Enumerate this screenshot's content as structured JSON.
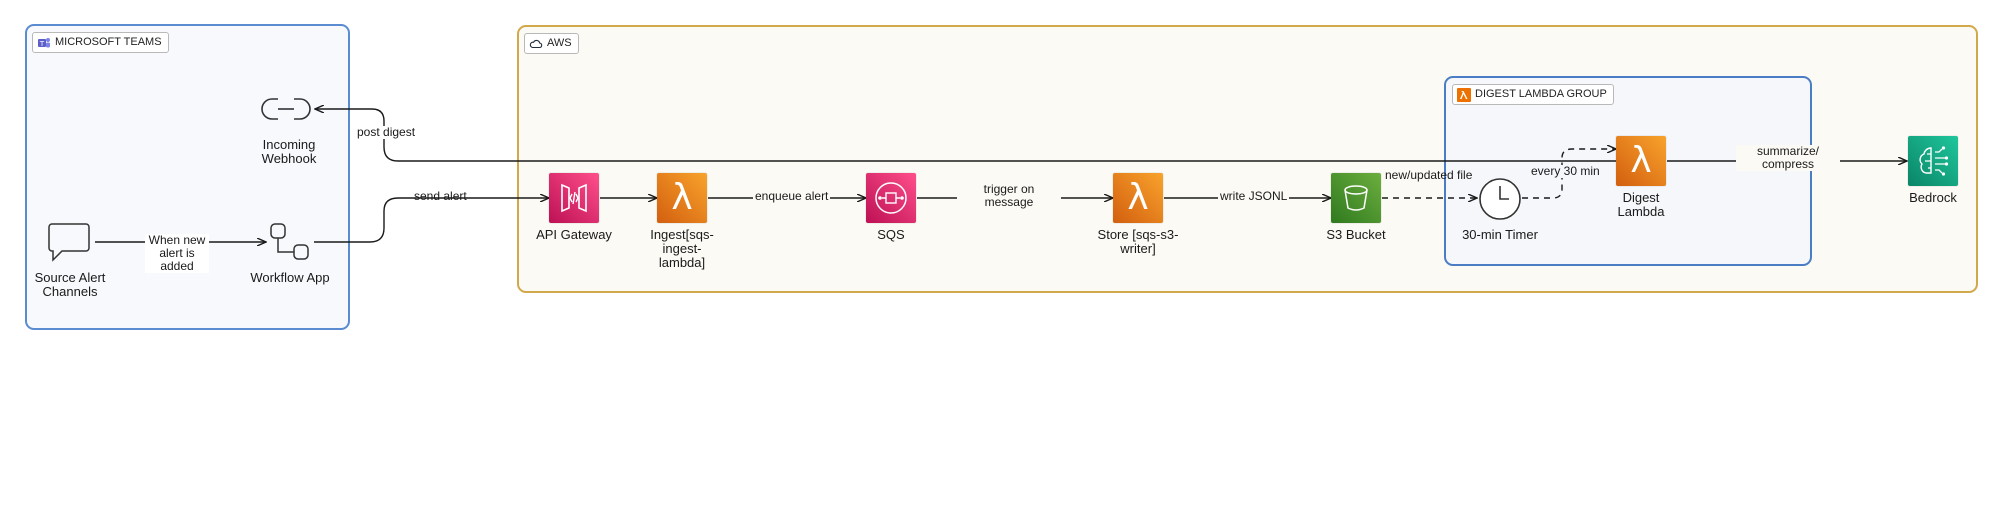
{
  "groups": {
    "teams": {
      "label": "MICROSOFT TEAMS",
      "icon": "teams-icon"
    },
    "aws": {
      "label": "AWS",
      "icon": "aws-cloud-icon"
    },
    "digest": {
      "label": "DIGEST LAMBDA GROUP",
      "icon": "lambda-icon"
    }
  },
  "nodes": {
    "webhook": {
      "label": "Incoming\nWebhook",
      "icon": "link-icon"
    },
    "source": {
      "label": "Source Alert\nChannels",
      "icon": "chat-bubble-icon"
    },
    "workflow": {
      "label": "Workflow App",
      "icon": "workflow-icon"
    },
    "api_gateway": {
      "label": "API Gateway",
      "icon": "api-gateway-icon"
    },
    "ingest": {
      "label": "Ingest[sqs-\ningest-\nlambda]",
      "icon": "lambda-icon"
    },
    "sqs": {
      "label": "SQS",
      "icon": "sqs-icon"
    },
    "store": {
      "label": "Store [sqs-s3-\nwriter]",
      "icon": "lambda-icon"
    },
    "s3": {
      "label": "S3 Bucket",
      "icon": "s3-bucket-icon"
    },
    "timer": {
      "label": "30-min Timer",
      "icon": "clock-icon"
    },
    "digest_lambda": {
      "label": "Digest\nLambda",
      "icon": "lambda-icon"
    },
    "bedrock": {
      "label": "Bedrock",
      "icon": "bedrock-icon"
    }
  },
  "edges": {
    "post_digest": "post digest",
    "when_new_alert": "When new\nalert is\nadded",
    "send_alert": "send alert",
    "enqueue_alert": "enqueue alert",
    "trigger_on_message": "trigger on\nmessage",
    "write_jsonl": "write JSONL",
    "new_updated_file": "new/updated file",
    "every_30_min": "every 30 min",
    "summarize_compress": "summarize/\ncompress"
  },
  "colors": {
    "teams_border": "#5b8bd0",
    "aws_border": "#d2a94a",
    "digest_border": "#4a7dc4",
    "app_integration": "#e7157b",
    "compute": "#ed7100",
    "storage": "#3f8624",
    "ml": "#01a88d"
  }
}
